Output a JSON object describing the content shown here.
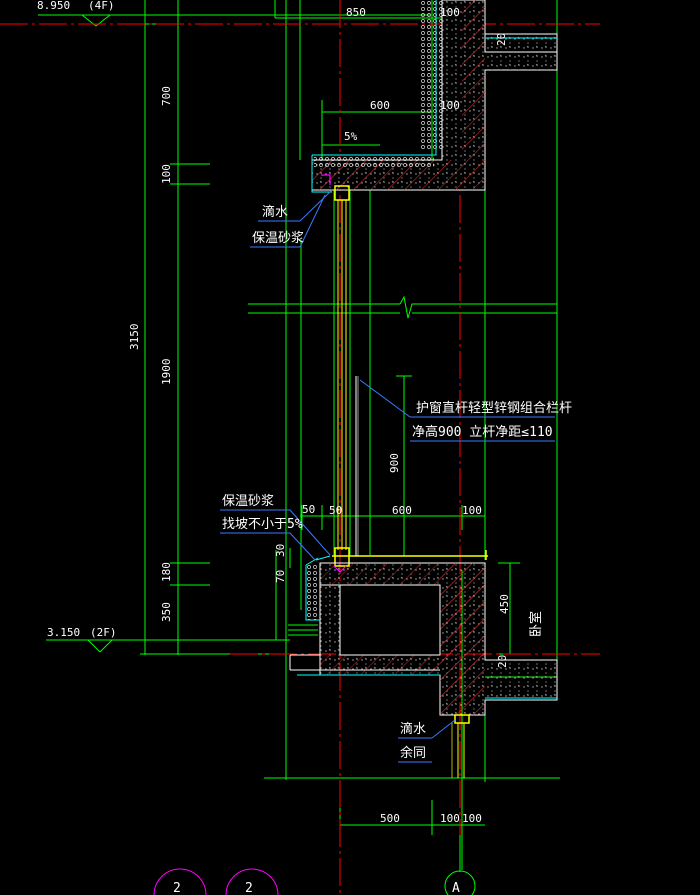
{
  "levels": {
    "top": {
      "elev": "8.950",
      "floor": "(4F)"
    },
    "bottom": {
      "elev": "3.150",
      "floor": "(2F)"
    }
  },
  "dimensions": {
    "d850": "850",
    "d100a": "100",
    "d20a": "20",
    "d700": "700",
    "d600a": "600",
    "d100b": "100",
    "slope": "5%",
    "d100c": "100",
    "d3150": "3150",
    "d1900": "1900",
    "d900": "900",
    "d50a": "50",
    "d50b": "50",
    "d600b": "600",
    "d100d": "100",
    "d30": "30",
    "d70": "70",
    "d180": "180",
    "d350": "350",
    "d450": "450",
    "d20b": "20",
    "d500": "500",
    "d100e": "100",
    "d100f": "100"
  },
  "notes": {
    "drip_top": "滴水",
    "mortar_top": "保温砂浆",
    "rail_line1": "护窗直杆轻型锌钢组合栏杆",
    "rail_line2": "净高900  立杆净距≤110",
    "mortar_bottom": "保温砂浆",
    "slope_note": "找坡不小于5%",
    "room": "卧室",
    "drip_bottom": "滴水",
    "same_note": "余同"
  },
  "axes": {
    "a": "A",
    "b1": "2",
    "b2": "2"
  },
  "colors": {
    "green": "#00ff00",
    "red": "#ff0000",
    "cyan": "#00ffff",
    "white": "#ffffff",
    "yellow": "#ffff00",
    "magenta": "#ff00ff",
    "blue": "#3c78ff"
  }
}
